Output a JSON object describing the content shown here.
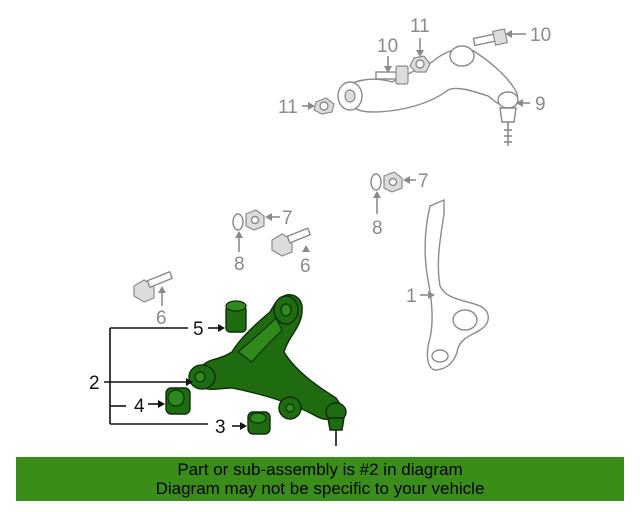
{
  "callouts": {
    "c1": "1",
    "c2": "2",
    "c3": "3",
    "c4": "4",
    "c5": "5",
    "c6a": "6",
    "c6b": "6",
    "c7a": "7",
    "c7b": "7",
    "c8a": "8",
    "c8b": "8",
    "c9": "9",
    "c10a": "10",
    "c10b": "10",
    "c11a": "11",
    "c11b": "11"
  },
  "colors": {
    "highlight": "#1f6b10",
    "banner": "#3a8d18",
    "muted_part": "#8a8a8a",
    "highlight_callout": "#111111"
  },
  "banner": {
    "line1": "Part or sub-assembly is #2 in diagram",
    "line2": "Diagram may not be specific to your vehicle"
  }
}
